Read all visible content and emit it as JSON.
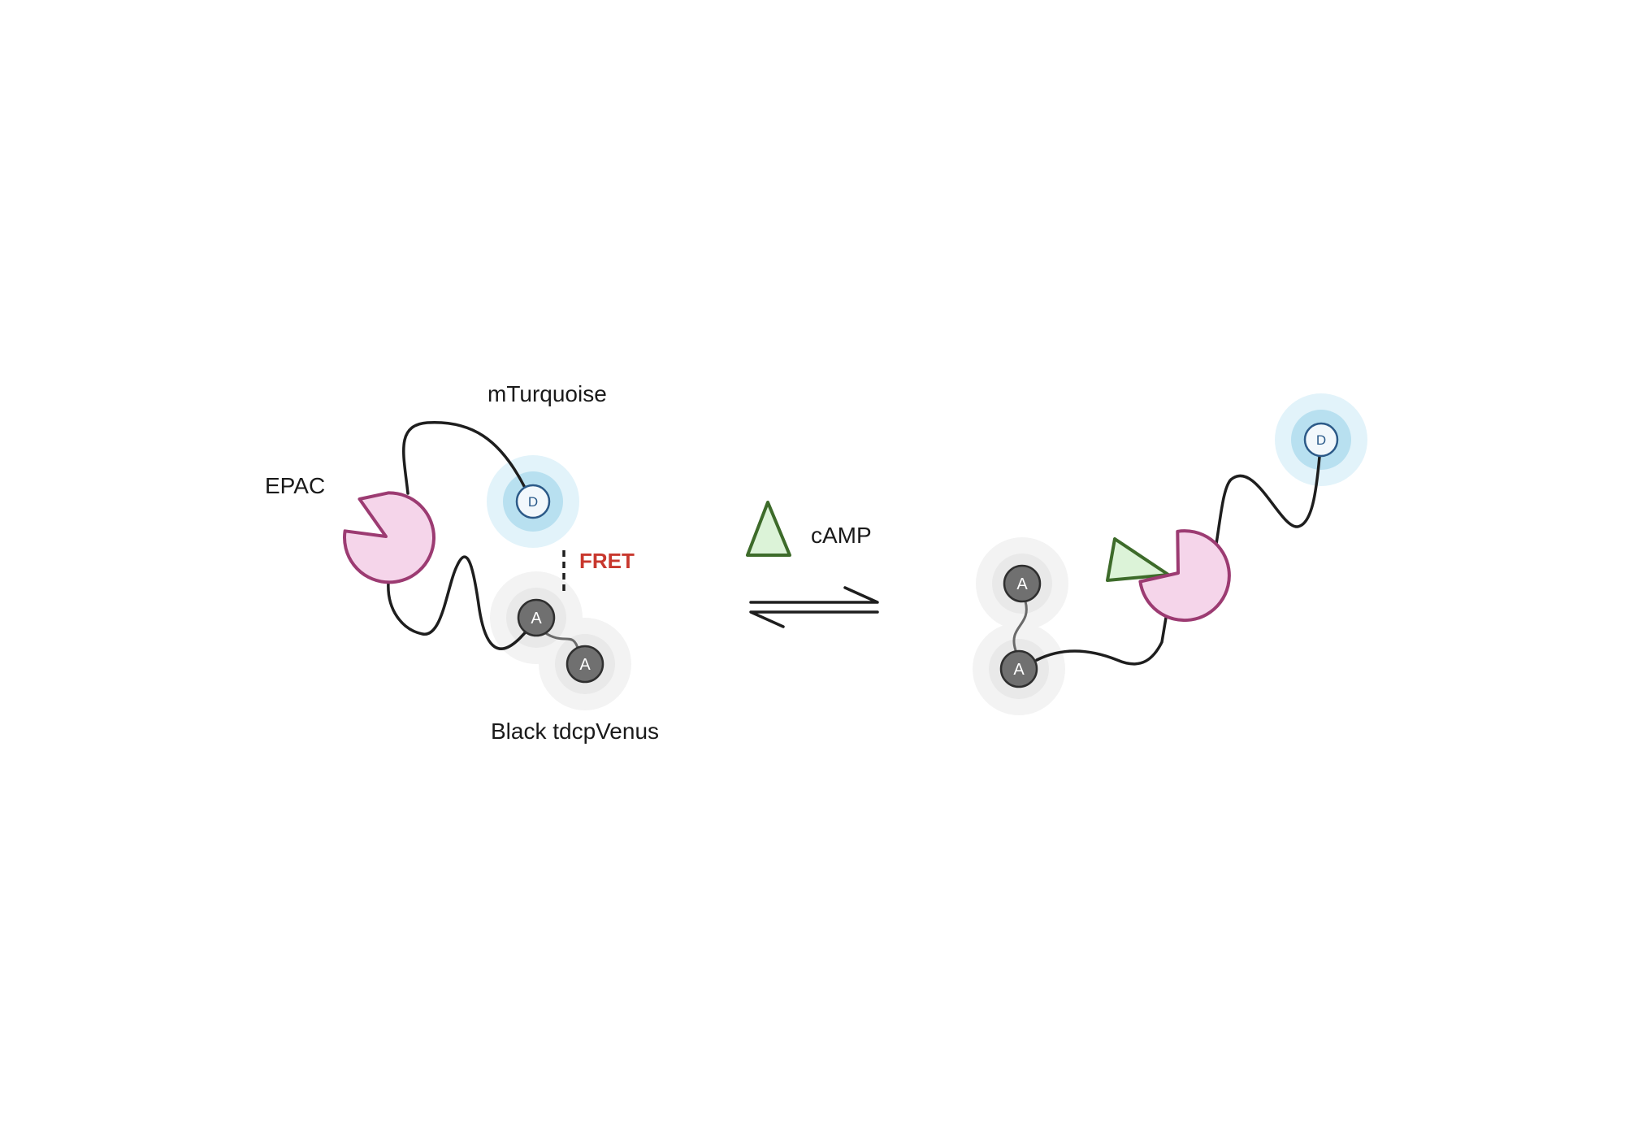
{
  "labels": {
    "mturquoise": "mTurquoise",
    "epac": "EPAC",
    "fret": "FRET",
    "camp": "cAMP",
    "acceptor": "Black tdcpVenus"
  },
  "donor_letter": "D",
  "acceptor_letter": "A",
  "colors": {
    "epac_fill": "#f5d5ea",
    "epac_stroke": "#9c3b72",
    "camp_fill": "#dcf3d8",
    "camp_stroke": "#3d6b2a",
    "donor_glow_outer": "#e2f3fa",
    "donor_glow_inner": "#b8e0f0",
    "donor_fill": "#f2f8fc",
    "donor_stroke": "#2c5a88",
    "acceptor_fill": "#707070",
    "acceptor_halo": "#f3f3f3",
    "fret_label": "#c8372d",
    "linker": "#1e1e1e"
  }
}
